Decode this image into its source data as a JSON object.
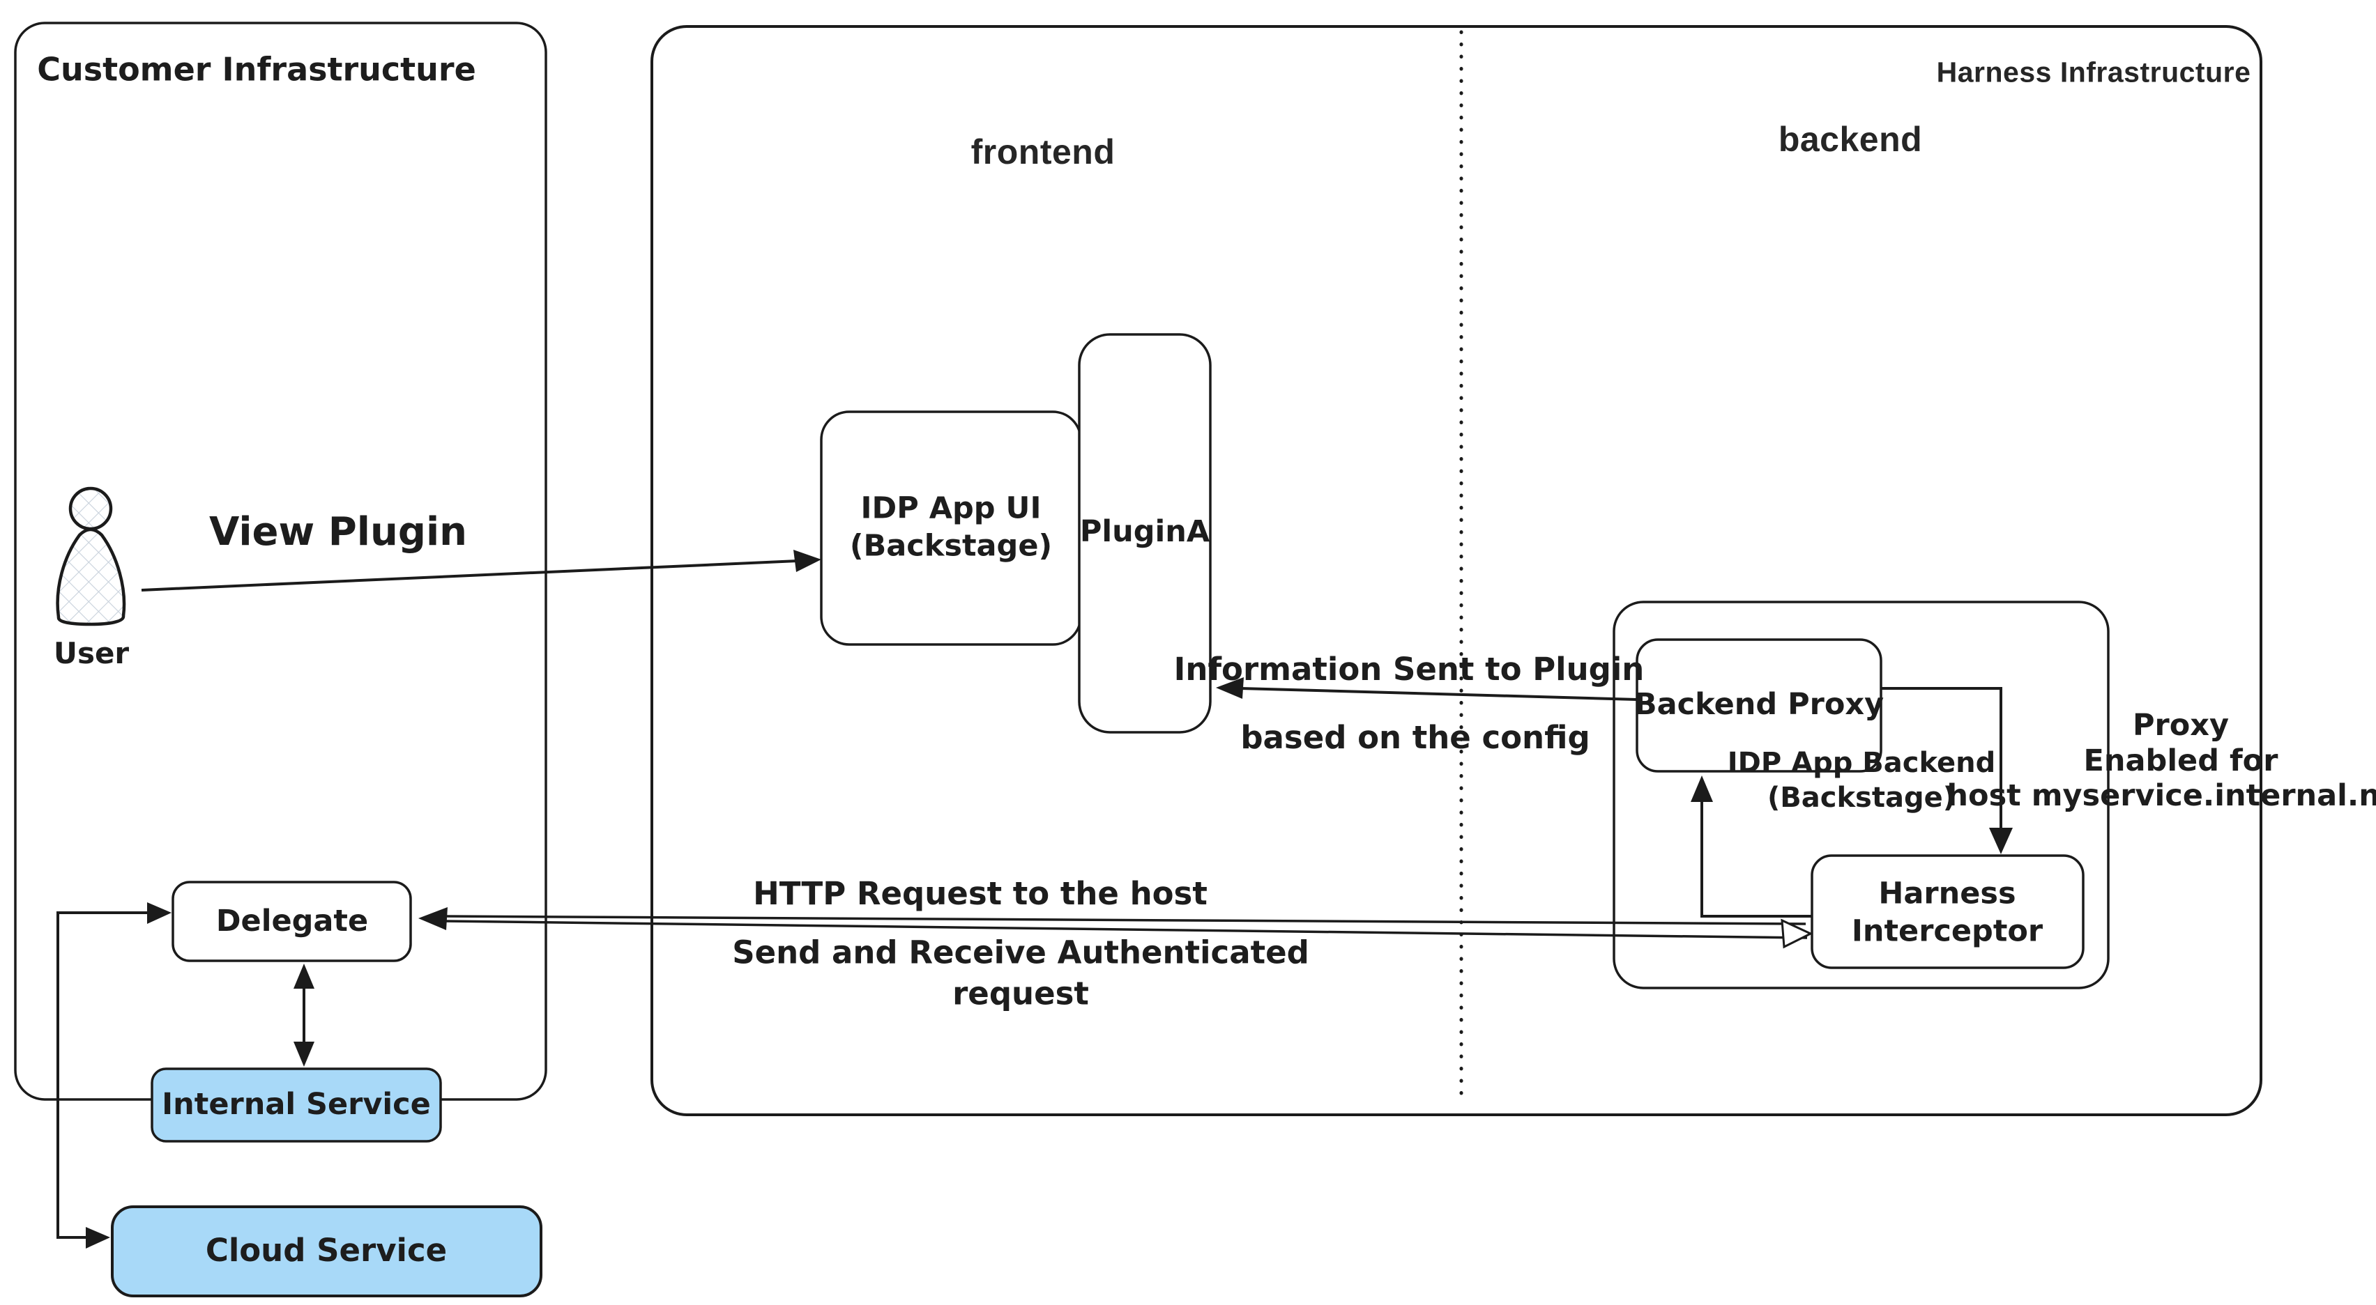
{
  "diagram": {
    "regions": {
      "customer": {
        "title": "Customer Infrastructure"
      },
      "harness": {
        "title": "Harness Infrastructure",
        "frontend_label": "frontend",
        "backend_label": "backend"
      }
    },
    "nodes": {
      "user": {
        "label": "User"
      },
      "idp_app_ui": {
        "line1": "IDP App UI",
        "line2": "(Backstage)"
      },
      "plugin_a": {
        "label": "PluginA"
      },
      "backend_proxy": {
        "label": "Backend Proxy"
      },
      "idp_app_backend": {
        "line1": "IDP App Backend",
        "line2": "(Backstage)"
      },
      "harness_interceptor": {
        "line1": "Harness",
        "line2": "Interceptor"
      },
      "delegate": {
        "label": "Delegate"
      },
      "internal_service": {
        "label": "Internal Service"
      },
      "cloud_service": {
        "label": "Cloud Service"
      }
    },
    "annotations": {
      "view_plugin": "View Plugin",
      "info_sent": {
        "line1": "Information Sent to Plugin",
        "line2": "based on the config"
      },
      "http_request": "HTTP Request to the host",
      "send_receive": {
        "line1": "Send and Receive Authenticated",
        "line2": "request"
      },
      "proxy_note": {
        "line1": "Proxy",
        "line2": "Enabled for",
        "line3": "host myservice.internal.net"
      }
    },
    "colors": {
      "stroke": "#1b1b1b",
      "service_fill": "#a8d9f8",
      "hatch": "#c9d2dc"
    }
  }
}
